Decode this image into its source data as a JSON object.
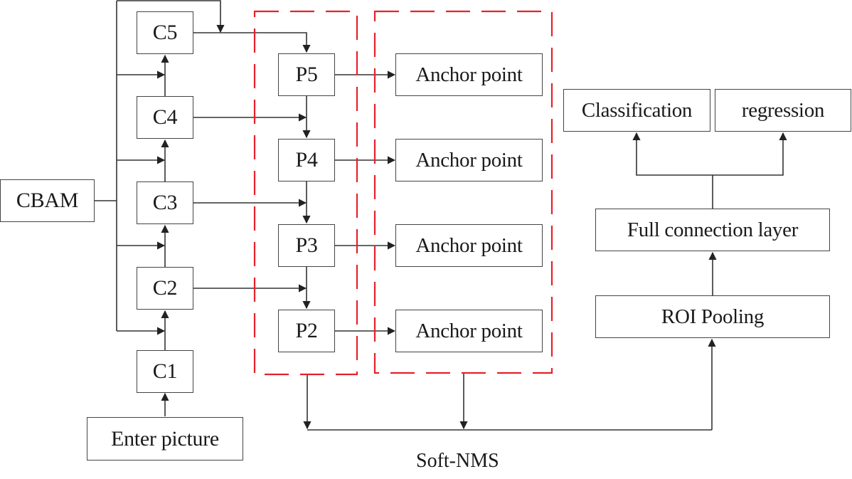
{
  "diagram": {
    "input": "Enter picture",
    "attention": "CBAM",
    "backbone": [
      "C1",
      "C2",
      "C3",
      "C4",
      "C5"
    ],
    "pyramid": [
      "P2",
      "P3",
      "P4",
      "P5"
    ],
    "anchors": [
      "Anchor point",
      "Anchor point",
      "Anchor point",
      "Anchor point"
    ],
    "roi_pooling": "ROI Pooling",
    "fc_layer": "Full connection layer",
    "heads": [
      "Classification",
      "regression"
    ],
    "nms_label": "Soft-NMS",
    "colors": {
      "line": "#222222",
      "box_border": "#444444",
      "dashed_group": "#e8202a"
    }
  }
}
